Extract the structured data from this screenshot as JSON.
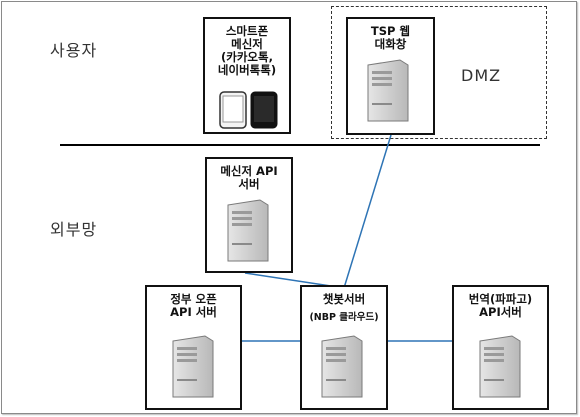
{
  "zones": {
    "user": "사용자",
    "external": "외부망",
    "dmz": "DMZ"
  },
  "nodes": {
    "smartphone": {
      "title": "스마트폰\n메신저\n(카카오톡,\n네이버톡톡)"
    },
    "tsp_web": {
      "title": "TSP  웹\n대화창"
    },
    "messenger_api": {
      "title": "메신저 API\n서버"
    },
    "gov_api": {
      "title": "정부 오픈\nAPI 서버"
    },
    "chatbot": {
      "title": "챗봇서버",
      "subtitle": "(NBP 클라우드)"
    },
    "translate": {
      "title": "번역(파파고)\nAPI서버"
    }
  },
  "colors": {
    "link": "#2e74b5",
    "divider": "#000000",
    "box_border": "#111111"
  }
}
